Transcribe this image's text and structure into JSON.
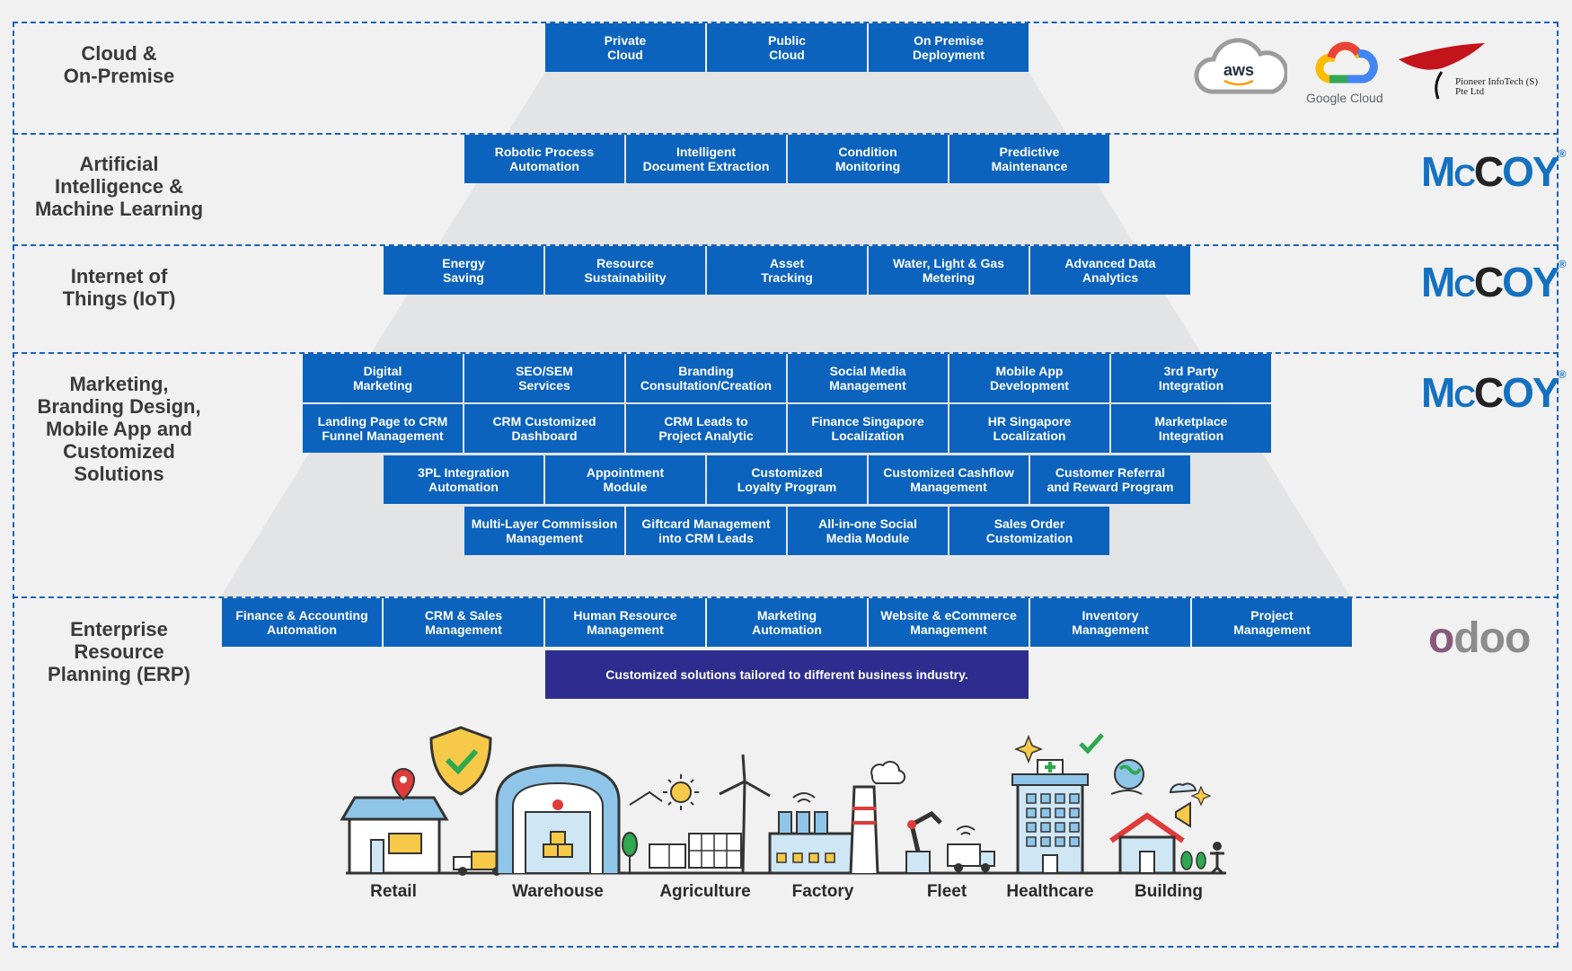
{
  "rows": [
    {
      "label": "Cloud &\nOn-Premise",
      "items": [
        "Private\nCloud",
        "Public\nCloud",
        "On Premise\nDeployment"
      ]
    },
    {
      "label": "Artificial\nIntelligence &\nMachine Learning",
      "items": [
        "Robotic Process\nAutomation",
        "Intelligent\nDocument Extraction",
        "Condition\nMonitoring",
        "Predictive\nMaintenance"
      ]
    },
    {
      "label": "Internet of\nThings (IoT)",
      "items": [
        "Energy\nSaving",
        "Resource\nSustainability",
        "Asset\nTracking",
        "Water, Light & Gas\nMetering",
        "Advanced Data\nAnalytics"
      ]
    },
    {
      "label": "Marketing,\nBranding Design,\nMobile App and\nCustomized\nSolutions",
      "items_r1": [
        "Digital\nMarketing",
        "SEO/SEM\nServices",
        "Branding\nConsultation/Creation",
        "Social Media\nManagement",
        "Mobile App\nDevelopment",
        "3rd Party\nIntegration"
      ],
      "items_r2": [
        "Landing Page to CRM\nFunnel Management",
        "CRM Customized\nDashboard",
        "CRM Leads to\nProject Analytic",
        "Finance Singapore\nLocalization",
        "HR Singapore\nLocalization",
        "Marketplace\nIntegration"
      ],
      "items_r3": [
        "3PL Integration\nAutomation",
        "Appointment\nModule",
        "Customized\nLoyalty Program",
        "Customized Cashflow\nManagement",
        "Customer Referral\nand Reward Program"
      ],
      "items_r4": [
        "Multi-Layer Commission\nManagement",
        "Giftcard Management\ninto CRM Leads",
        "All-in-one Social\nMedia Module",
        "Sales Order\nCustomization"
      ]
    },
    {
      "label": "Enterprise\nResource\nPlanning (ERP)",
      "items": [
        "Finance & Accounting\nAutomation",
        "CRM & Sales\nManagement",
        "Human Resource\nManagement",
        "Marketing\nAutomation",
        "Website & eCommerce\nManagement",
        "Inventory\nManagement",
        "Project\nManagement"
      ],
      "banner": "Customized solutions tailored to different business industry."
    }
  ],
  "logos": {
    "aws": "aws",
    "google_cloud": "Google Cloud",
    "pioneer_l1": "Pioneer InfoTech (S)",
    "pioneer_l2": "Pte Ltd",
    "mccoy": "MCCOY",
    "odoo": "odoo"
  },
  "industries": [
    "Retail",
    "Warehouse",
    "Agriculture",
    "Factory",
    "Fleet",
    "Healthcare",
    "Building"
  ],
  "colors": {
    "box": "#0c63bd",
    "banner": "#2e2d8f",
    "border": "#1a62b8",
    "trapezoid": "#e3e4e6"
  }
}
